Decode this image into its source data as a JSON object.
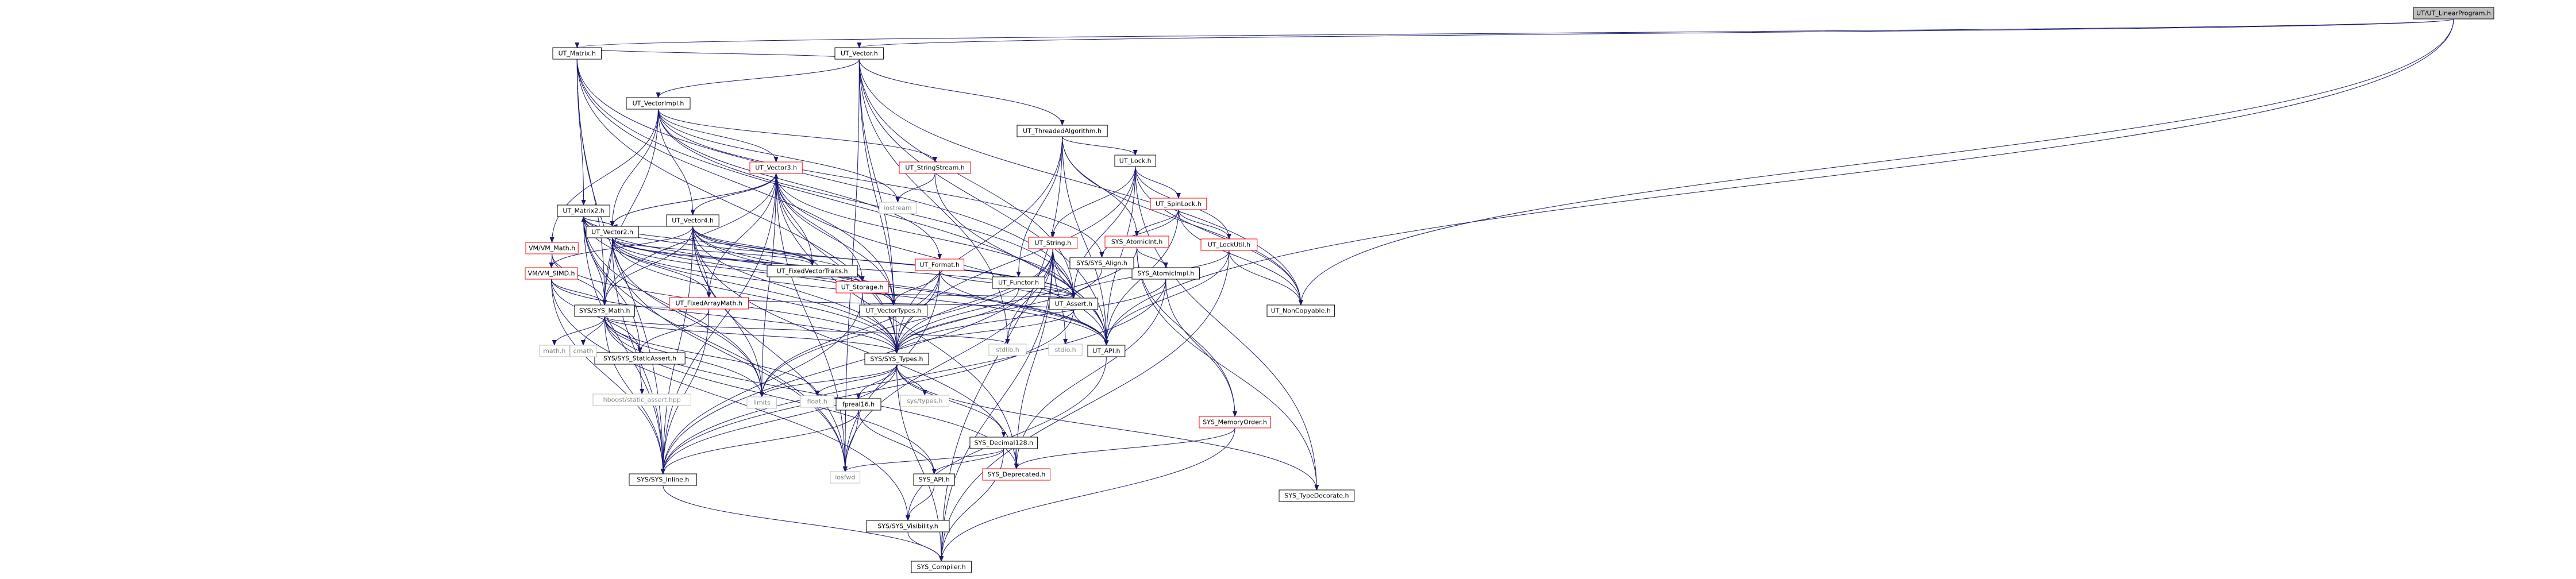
{
  "diagram_title": "UT/UT_LinearProgram.h",
  "colors": {
    "edge": "#191970",
    "node_border": "#000000",
    "node_fill": "#ffffff",
    "root_fill": "#bfbfbf",
    "root_border": "#000000",
    "truncated_border": "#ff0000",
    "system_border": "#bfbfbf",
    "text": "#000000",
    "system_text": "#808080"
  },
  "nodes": [
    {
      "id": "root",
      "label": "UT/UT_LinearProgram.h",
      "kind": "root"
    },
    {
      "id": "matrix",
      "label": "UT_Matrix.h",
      "kind": "normal"
    },
    {
      "id": "vector",
      "label": "UT_Vector.h",
      "kind": "normal"
    },
    {
      "id": "vectorimpl",
      "label": "UT_VectorImpl.h",
      "kind": "normal"
    },
    {
      "id": "matrix2",
      "label": "UT_Matrix2.h",
      "kind": "normal"
    },
    {
      "id": "vector3",
      "label": "UT_Vector3.h",
      "kind": "truncated"
    },
    {
      "id": "vector4",
      "label": "UT_Vector4.h",
      "kind": "normal"
    },
    {
      "id": "vector2",
      "label": "UT_Vector2.h",
      "kind": "normal"
    },
    {
      "id": "stringstream",
      "label": "UT_StringStream.h",
      "kind": "truncated"
    },
    {
      "id": "iostream",
      "label": "iostream",
      "kind": "system"
    },
    {
      "id": "threaded",
      "label": "UT_ThreadedAlgorithm.h",
      "kind": "normal"
    },
    {
      "id": "lock",
      "label": "UT_Lock.h",
      "kind": "normal"
    },
    {
      "id": "spinlock",
      "label": "UT_SpinLock.h",
      "kind": "truncated"
    },
    {
      "id": "atomicint",
      "label": "SYS_AtomicInt.h",
      "kind": "truncated"
    },
    {
      "id": "lockutil",
      "label": "UT_LockUtil.h",
      "kind": "truncated"
    },
    {
      "id": "string",
      "label": "UT_String.h",
      "kind": "truncated"
    },
    {
      "id": "atomicimpl",
      "label": "SYS_AtomicImpl.h",
      "kind": "normal"
    },
    {
      "id": "memorder",
      "label": "SYS_MemoryOrder.h",
      "kind": "truncated"
    },
    {
      "id": "vmmath",
      "label": "VM/VM_Math.h",
      "kind": "truncated"
    },
    {
      "id": "vmsimd",
      "label": "VM/VM_SIMD.h",
      "kind": "truncated"
    },
    {
      "id": "fixedarraymath",
      "label": "UT_FixedArrayMath.h",
      "kind": "truncated"
    },
    {
      "id": "fixedvectortraits",
      "label": "UT_FixedVectorTraits.h",
      "kind": "normal"
    },
    {
      "id": "storage",
      "label": "UT_Storage.h",
      "kind": "truncated"
    },
    {
      "id": "format",
      "label": "UT_Format.h",
      "kind": "truncated"
    },
    {
      "id": "functor",
      "label": "UT_Functor.h",
      "kind": "normal"
    },
    {
      "id": "sysalign",
      "label": "SYS/SYS_Align.h",
      "kind": "normal"
    },
    {
      "id": "noncopyable",
      "label": "UT_NonCopyable.h",
      "kind": "normal"
    },
    {
      "id": "utassert",
      "label": "UT_Assert.h",
      "kind": "normal"
    },
    {
      "id": "vectortypes",
      "label": "UT_VectorTypes.h",
      "kind": "normal"
    },
    {
      "id": "sysmath",
      "label": "SYS/SYS_Math.h",
      "kind": "normal"
    },
    {
      "id": "staticassert",
      "label": "SYS/SYS_StaticAssert.h",
      "kind": "normal"
    },
    {
      "id": "boostsa",
      "label": "hboost/static_assert.hpp",
      "kind": "system"
    },
    {
      "id": "mathh",
      "label": "math.h",
      "kind": "system"
    },
    {
      "id": "cmath",
      "label": "cmath",
      "kind": "system"
    },
    {
      "id": "systypes",
      "label": "SYS/SYS_Types.h",
      "kind": "normal"
    },
    {
      "id": "stdlib",
      "label": "stdlib.h",
      "kind": "system"
    },
    {
      "id": "stdio",
      "label": "stdio.h",
      "kind": "system"
    },
    {
      "id": "utapi",
      "label": "UT_API.h",
      "kind": "normal"
    },
    {
      "id": "limits",
      "label": "limits",
      "kind": "system"
    },
    {
      "id": "floath",
      "label": "float.h",
      "kind": "system"
    },
    {
      "id": "fpreal16",
      "label": "fpreal16.h",
      "kind": "normal"
    },
    {
      "id": "systypes2",
      "label": "sys/types.h",
      "kind": "system"
    },
    {
      "id": "decimal128",
      "label": "SYS_Decimal128.h",
      "kind": "normal"
    },
    {
      "id": "iosfwd",
      "label": "iosfwd",
      "kind": "system"
    },
    {
      "id": "sysinline",
      "label": "SYS/SYS_Inline.h",
      "kind": "normal"
    },
    {
      "id": "sysapi",
      "label": "SYS_API.h",
      "kind": "normal"
    },
    {
      "id": "deprecated",
      "label": "SYS_Deprecated.h",
      "kind": "truncated"
    },
    {
      "id": "typedecorate",
      "label": "SYS_TypeDecorate.h",
      "kind": "normal"
    },
    {
      "id": "visibility",
      "label": "SYS/SYS_Visibility.h",
      "kind": "normal"
    },
    {
      "id": "compiler",
      "label": "SYS_Compiler.h",
      "kind": "normal"
    }
  ],
  "edges": [
    [
      "root",
      "matrix"
    ],
    [
      "root",
      "vector"
    ],
    [
      "root",
      "noncopyable"
    ],
    [
      "root",
      "utapi"
    ],
    [
      "matrix",
      "vector"
    ],
    [
      "matrix",
      "matrix2"
    ],
    [
      "matrix",
      "utassert"
    ],
    [
      "matrix",
      "vectortypes"
    ],
    [
      "matrix",
      "sysmath"
    ],
    [
      "matrix",
      "systypes"
    ],
    [
      "matrix",
      "utapi"
    ],
    [
      "matrix",
      "sysinline"
    ],
    [
      "vector",
      "vectorimpl"
    ],
    [
      "vector",
      "threaded"
    ],
    [
      "vector",
      "utassert"
    ],
    [
      "vector",
      "vectortypes"
    ],
    [
      "vector",
      "stdlib"
    ],
    [
      "vector",
      "utapi"
    ],
    [
      "vector",
      "systypes"
    ],
    [
      "vector",
      "iosfwd"
    ],
    [
      "vector",
      "noncopyable"
    ],
    [
      "vectorimpl",
      "vector3"
    ],
    [
      "vectorimpl",
      "vector4"
    ],
    [
      "vectorimpl",
      "vector2"
    ],
    [
      "vectorimpl",
      "stringstream"
    ],
    [
      "vectorimpl",
      "iostream"
    ],
    [
      "vectorimpl",
      "vmmath"
    ],
    [
      "vectorimpl",
      "format"
    ],
    [
      "vectorimpl",
      "sysalign"
    ],
    [
      "vectorimpl",
      "utassert"
    ],
    [
      "vectorimpl",
      "sysmath"
    ],
    [
      "matrix2",
      "vector2"
    ],
    [
      "matrix2",
      "vectortypes"
    ],
    [
      "matrix2",
      "fixedvectortraits"
    ],
    [
      "matrix2",
      "sysmath"
    ],
    [
      "matrix2",
      "staticassert"
    ],
    [
      "matrix2",
      "utassert"
    ],
    [
      "matrix2",
      "utapi"
    ],
    [
      "matrix2",
      "systypes"
    ],
    [
      "matrix2",
      "sysinline"
    ],
    [
      "matrix2",
      "iosfwd"
    ],
    [
      "matrix2",
      "limits"
    ],
    [
      "vector3",
      "vector4"
    ],
    [
      "vector3",
      "vector2"
    ],
    [
      "vector3",
      "storage"
    ],
    [
      "vector3",
      "fixedarraymath"
    ],
    [
      "vector3",
      "fixedvectortraits"
    ],
    [
      "vector3",
      "utassert"
    ],
    [
      "vector3",
      "vectortypes"
    ],
    [
      "vector3",
      "sysmath"
    ],
    [
      "vector3",
      "systypes"
    ],
    [
      "vector3",
      "utapi"
    ],
    [
      "vector3",
      "sysinline"
    ],
    [
      "vector3",
      "deprecated"
    ],
    [
      "vector3",
      "limits"
    ],
    [
      "vector3",
      "iosfwd"
    ],
    [
      "vector4",
      "vector2"
    ],
    [
      "vector4",
      "storage"
    ],
    [
      "vector4",
      "fixedarraymath"
    ],
    [
      "vector4",
      "fixedvectortraits"
    ],
    [
      "vector4",
      "utassert"
    ],
    [
      "vector4",
      "vectortypes"
    ],
    [
      "vector4",
      "sysmath"
    ],
    [
      "vector4",
      "vmsimd"
    ],
    [
      "vector4",
      "utapi"
    ],
    [
      "vector4",
      "systypes"
    ],
    [
      "vector4",
      "sysinline"
    ],
    [
      "vector4",
      "deprecated"
    ],
    [
      "vector4",
      "limits"
    ],
    [
      "vector4",
      "iosfwd"
    ],
    [
      "vector2",
      "matrix2"
    ],
    [
      "vector2",
      "vector3"
    ],
    [
      "vector2",
      "storage"
    ],
    [
      "vector2",
      "fixedarraymath"
    ],
    [
      "vector2",
      "fixedvectortraits"
    ],
    [
      "vector2",
      "vectortypes"
    ],
    [
      "vector2",
      "utassert"
    ],
    [
      "vector2",
      "sysmath"
    ],
    [
      "vector2",
      "utapi"
    ],
    [
      "vector2",
      "systypes"
    ],
    [
      "vector2",
      "sysinline"
    ],
    [
      "vector2",
      "iosfwd"
    ],
    [
      "vector2",
      "limits"
    ],
    [
      "stringstream",
      "iostream"
    ],
    [
      "stringstream",
      "utapi"
    ],
    [
      "threaded",
      "lock"
    ],
    [
      "threaded",
      "functor"
    ],
    [
      "threaded",
      "atomicint"
    ],
    [
      "threaded",
      "utapi"
    ],
    [
      "threaded",
      "noncopyable"
    ],
    [
      "threaded",
      "systypes"
    ],
    [
      "threaded",
      "compiler"
    ],
    [
      "lock",
      "spinlock"
    ],
    [
      "lock",
      "lockutil"
    ],
    [
      "lock",
      "string"
    ],
    [
      "lock",
      "noncopyable"
    ],
    [
      "lock",
      "utapi"
    ],
    [
      "lock",
      "utassert"
    ],
    [
      "lock",
      "systypes"
    ],
    [
      "lock",
      "typedecorate"
    ],
    [
      "spinlock",
      "atomicint"
    ],
    [
      "spinlock",
      "lockutil"
    ],
    [
      "spinlock",
      "noncopyable"
    ],
    [
      "spinlock",
      "sysalign"
    ],
    [
      "spinlock",
      "utapi"
    ],
    [
      "atomicint",
      "atomicimpl"
    ],
    [
      "atomicint",
      "memorder"
    ],
    [
      "atomicint",
      "typedecorate"
    ],
    [
      "atomicint",
      "systypes"
    ],
    [
      "lockutil",
      "noncopyable"
    ],
    [
      "lockutil",
      "utassert"
    ],
    [
      "lockutil",
      "utapi"
    ],
    [
      "lockutil",
      "compiler"
    ],
    [
      "string",
      "utassert"
    ],
    [
      "string",
      "utapi"
    ],
    [
      "string",
      "systypes"
    ],
    [
      "string",
      "stdlib"
    ],
    [
      "string",
      "compiler"
    ],
    [
      "string",
      "deprecated"
    ],
    [
      "string",
      "iosfwd"
    ],
    [
      "string",
      "sysinline"
    ],
    [
      "string",
      "limits"
    ],
    [
      "string",
      "stdio"
    ],
    [
      "atomicimpl",
      "memorder"
    ],
    [
      "atomicimpl",
      "deprecated"
    ],
    [
      "atomicimpl",
      "systypes"
    ],
    [
      "atomicimpl",
      "sysinline"
    ],
    [
      "memorder",
      "deprecated"
    ],
    [
      "memorder",
      "compiler"
    ],
    [
      "vmmath",
      "vmsimd"
    ],
    [
      "vmmath",
      "sysmath"
    ],
    [
      "vmmath",
      "systypes"
    ],
    [
      "vmsimd",
      "sysmath"
    ],
    [
      "vmsimd",
      "systypes"
    ],
    [
      "vmsimd",
      "sysinline"
    ],
    [
      "vmsimd",
      "visibility"
    ],
    [
      "vmsimd",
      "staticassert"
    ],
    [
      "fixedarraymath",
      "sysmath"
    ],
    [
      "fixedarraymath",
      "staticassert"
    ],
    [
      "fixedarraymath",
      "utassert"
    ],
    [
      "fixedarraymath",
      "sysinline"
    ],
    [
      "storage",
      "utassert"
    ],
    [
      "storage",
      "systypes"
    ],
    [
      "storage",
      "sysinline"
    ],
    [
      "format",
      "utassert"
    ],
    [
      "format",
      "utapi"
    ],
    [
      "format",
      "systypes"
    ],
    [
      "format",
      "vectortypes"
    ],
    [
      "format",
      "iosfwd"
    ],
    [
      "format",
      "limits"
    ],
    [
      "functor",
      "utassert"
    ],
    [
      "functor",
      "systypes"
    ],
    [
      "sysalign",
      "systypes"
    ],
    [
      "utassert",
      "utapi"
    ],
    [
      "utassert",
      "systypes"
    ],
    [
      "utassert",
      "sysinline"
    ],
    [
      "vectortypes",
      "systypes"
    ],
    [
      "sysmath",
      "systypes"
    ],
    [
      "sysmath",
      "mathh"
    ],
    [
      "sysmath",
      "cmath"
    ],
    [
      "sysmath",
      "staticassert"
    ],
    [
      "sysmath",
      "limits"
    ],
    [
      "sysmath",
      "floath"
    ],
    [
      "sysmath",
      "stdlib"
    ],
    [
      "sysmath",
      "sysinline"
    ],
    [
      "sysmath",
      "sysapi"
    ],
    [
      "sysmath",
      "deprecated"
    ],
    [
      "staticassert",
      "boostsa"
    ],
    [
      "systypes",
      "fpreal16"
    ],
    [
      "systypes",
      "systypes2"
    ],
    [
      "systypes",
      "decimal128"
    ],
    [
      "systypes",
      "limits"
    ],
    [
      "systypes",
      "floath"
    ],
    [
      "systypes",
      "sysinline"
    ],
    [
      "systypes",
      "compiler"
    ],
    [
      "systypes",
      "typedecorate"
    ],
    [
      "utapi",
      "visibility"
    ],
    [
      "fpreal16",
      "sysapi"
    ],
    [
      "fpreal16",
      "sysinline"
    ],
    [
      "fpreal16",
      "iosfwd"
    ],
    [
      "decimal128",
      "sysapi"
    ],
    [
      "decimal128",
      "compiler"
    ],
    [
      "decimal128",
      "iosfwd"
    ],
    [
      "sysinline",
      "compiler"
    ],
    [
      "sysapi",
      "visibility"
    ],
    [
      "visibility",
      "compiler"
    ]
  ]
}
